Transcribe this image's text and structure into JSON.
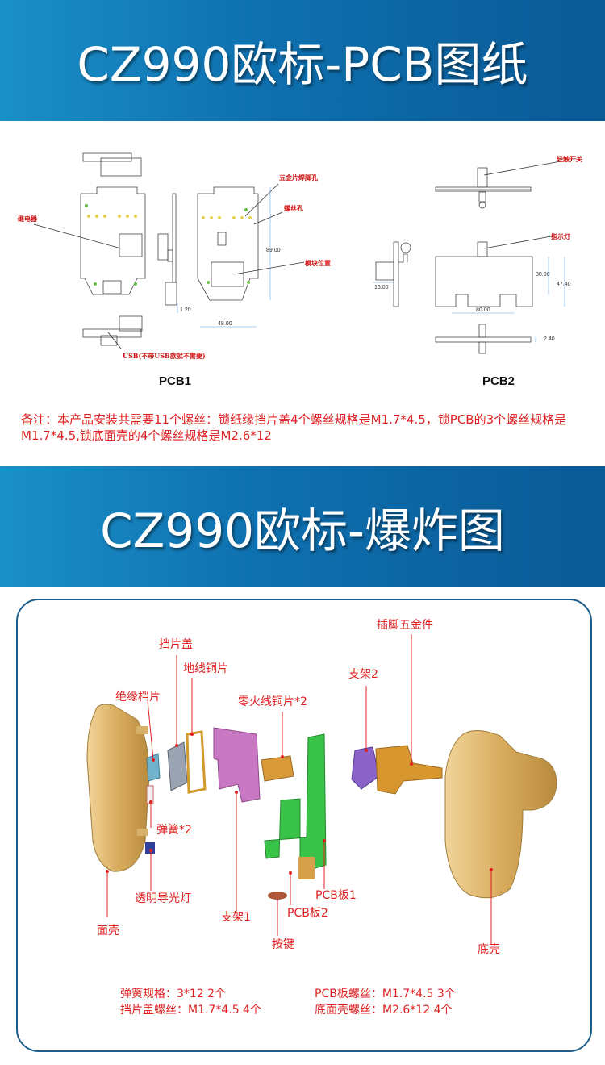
{
  "banners": {
    "pcb_title": "CZ990欧标-PCB图纸",
    "explode_title": "CZ990欧标-爆炸图"
  },
  "pcb": {
    "pcb1_label": "PCB1",
    "pcb2_label": "PCB2",
    "callouts": {
      "relay": "继电器",
      "five_metal_hole": "五金片焊脚孔",
      "screw_hole": "螺丝孔",
      "module_pos": "模块位置",
      "usb": "USB(不带USB款就不需要)",
      "tact_switch": "轻触开关",
      "indicator": "指示灯"
    },
    "dimensions": {
      "d89": "89.00",
      "d48": "48.00",
      "d120": "1.20",
      "d16": "16.00",
      "d30": "30.00",
      "d4740": "47.40",
      "d80": "80.00",
      "d240": "2.40"
    }
  },
  "note": "备注：本产品安装共需要11个螺丝：锁纸缘挡片盖4个螺丝规格是M1.7*4.5，锁PCB的3个螺丝规格是M1.7*4.5,锁底面壳的4个螺丝规格是M2.6*12",
  "explode": {
    "labels": {
      "face_shell": "面壳",
      "insulation_plate": "绝缘档片",
      "baffle_cover": "挡片盖",
      "ground_copper": "地线铜片",
      "neutral_live_copper": "零火线铜片*2",
      "bracket2": "支架2",
      "plug_metal": "插脚五金件",
      "spring": "弹簧*2",
      "light_guide": "透明导光灯",
      "bracket1": "支架1",
      "pcb_board1": "PCB板1",
      "pcb_board2": "PCB板2",
      "button": "按键",
      "bottom_shell": "底壳"
    },
    "specs": {
      "spring_spec": "弹簧规格：3*12    2个",
      "baffle_screw": "挡片盖螺丝：M1.7*4.5   4个",
      "pcb_screw": "PCB板螺丝：M1.7*4.5    3个",
      "bottom_screw": "底面壳螺丝：M2.6*12      4个"
    }
  },
  "colors": {
    "banner_start": "#1a8fc8",
    "banner_end": "#0a5a96",
    "accent_red": "#e02020",
    "box_border": "#1e5d8a"
  }
}
